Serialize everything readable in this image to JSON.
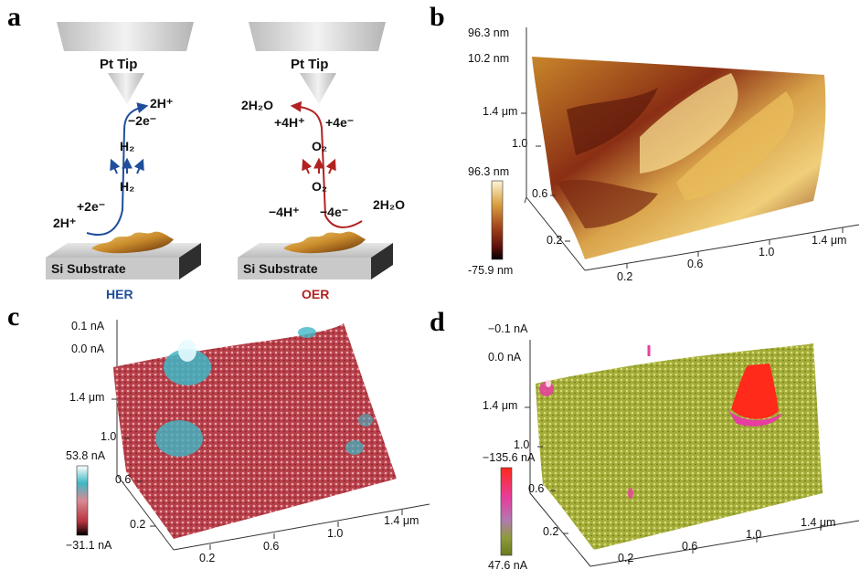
{
  "panels": {
    "a": {
      "letter": "a",
      "left_tip": "Pt Tip",
      "right_tip": "Pt Tip",
      "left_substrate": "Si Substrate",
      "right_substrate": "Si Substrate",
      "her_label": "HER",
      "oer_label": "OER",
      "her_2h_top": "2H⁺",
      "her_minus2e": "−2e⁻",
      "her_h2_upper": "H₂",
      "her_h2_lower": "H₂",
      "her_2h_bottom": "2H⁺",
      "her_plus2e": "+2e⁻",
      "oer_2h2o_top": "2H₂O",
      "oer_plus4h": "+4H⁺",
      "oer_plus4e": "+4e⁻",
      "oer_o2_upper": "O₂",
      "oer_o2_lower": "O₂",
      "oer_minus4h": "−4H⁺",
      "oer_minus4e": "−4e⁻",
      "oer_2h2o_bottom": "2H₂O",
      "colors": {
        "her": "#1f4e9c",
        "oer": "#b22222"
      }
    },
    "b": {
      "letter": "b",
      "z_top": "96.3 nm",
      "z_mid": "10.2 nm",
      "colorbar_max": "96.3 nm",
      "colorbar_min": "-75.9 nm",
      "y_ticks": [
        "1.4 μm",
        "1.0",
        "0.6",
        "0.2"
      ],
      "x_ticks": [
        "0.2",
        "0.6",
        "1.0",
        "1.4 μm"
      ],
      "colormap": [
        "#000000",
        "#5a0f0a",
        "#a0421a",
        "#d9a040",
        "#fff4d8"
      ]
    },
    "c": {
      "letter": "c",
      "z_top": "0.1 nA",
      "z_mid": "0.0 nA",
      "colorbar_max": "53.8 nA",
      "colorbar_min": "−31.1 nA",
      "y_ticks": [
        "1.4 μm",
        "1.0",
        "0.6",
        "0.2"
      ],
      "x_ticks": [
        "0.2",
        "0.6",
        "1.0",
        "1.4 μm"
      ],
      "colormap": [
        "#000000",
        "#b8333f",
        "#d98a93",
        "#3fb7c5",
        "#ffffff"
      ]
    },
    "d": {
      "letter": "d",
      "z_top": "−0.1 nA",
      "z_mid": "0.0 nA",
      "colorbar_max": "−135.6 nA",
      "colorbar_min": "47.6 nA",
      "y_ticks": [
        "1.4 μm",
        "1.0",
        "0.6",
        "0.2"
      ],
      "x_ticks": [
        "0.2",
        "0.6",
        "1.0",
        "1.4 μm"
      ],
      "colormap": [
        "#ff2a1a",
        "#e63ea0",
        "#b07ab0",
        "#8f9a3a",
        "#6b7a20"
      ]
    }
  }
}
